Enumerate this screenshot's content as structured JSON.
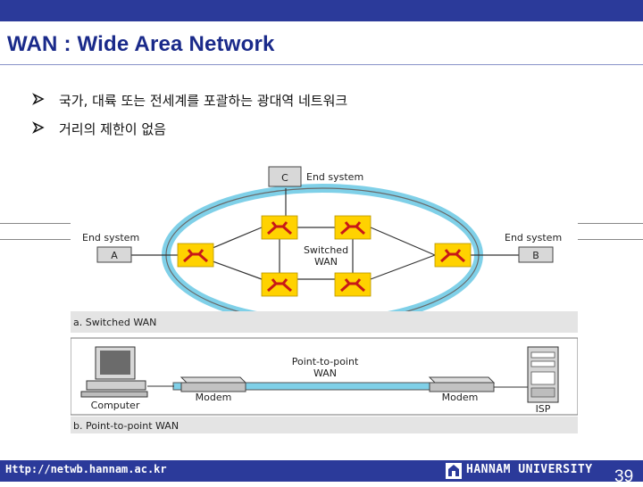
{
  "slide": {
    "title": "WAN : Wide Area Network",
    "bullets": [
      "국가, 대륙 또는 전세계를 포괄하는 광대역 네트워크",
      "거리의 제한이 없음"
    ]
  },
  "figure_a": {
    "end_system_top": "End system",
    "node_c": "C",
    "end_system_left": "End system",
    "node_a": "A",
    "end_system_right": "End system",
    "node_b": "B",
    "switched_wan_line1": "Switched",
    "switched_wan_line2": "WAN",
    "caption": "a. Switched WAN"
  },
  "figure_b": {
    "ptp_line1": "Point-to-point",
    "ptp_line2": "WAN",
    "modem_left": "Modem",
    "modem_right": "Modem",
    "computer": "Computer",
    "isp": "ISP",
    "caption": "b. Point-to-point WAN"
  },
  "footer": {
    "url": "Http://netwb.hannam.ac.kr",
    "university": "HANNAM UNIVERSITY",
    "page": "39"
  },
  "colors": {
    "bar": "#2b3a9a",
    "title": "#1a2a8a",
    "switch_fill": "#ffd200",
    "switch_arrow": "#c81818",
    "ring": "#7fd0e8"
  }
}
